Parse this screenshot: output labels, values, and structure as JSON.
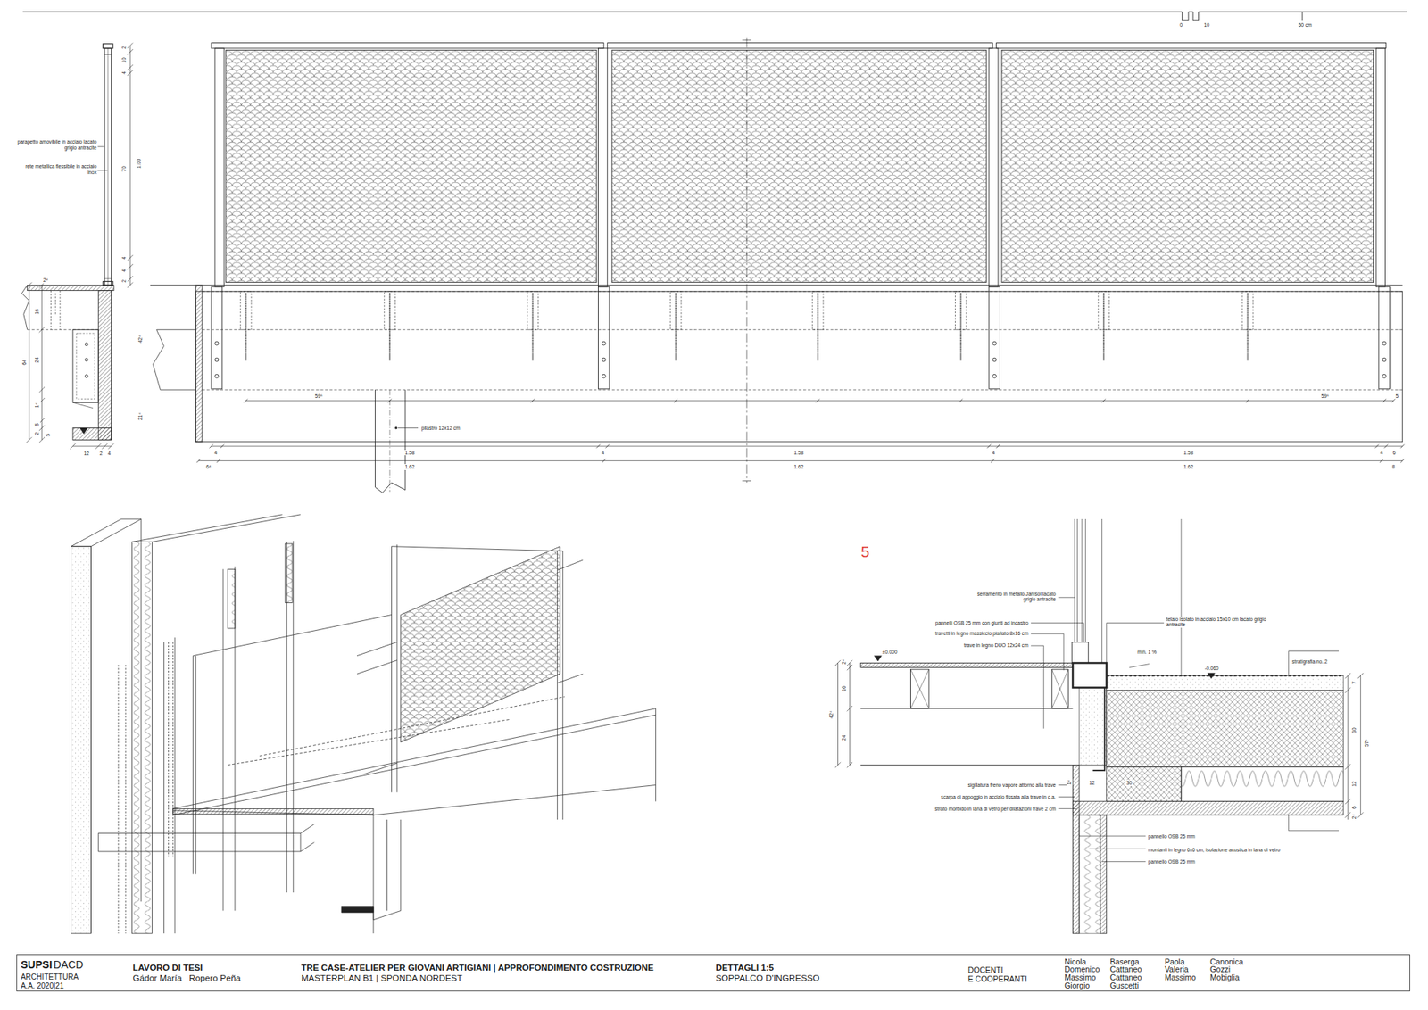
{
  "diagram": {
    "nodes": [
      {
        "text": [
          "SUPSI",
          "DACD",
          "ARCHITETTURA",
          "A.A. 2020|21",
          "LAVORO DI TESI",
          "Gádor María   Ropero Peña",
          "TRE CASE-ATELIER PER GIOVANI ARTIGIANI | APPROFONDIMENTO COSTRUZIONE",
          "MASTERPLAN B1 | SPONDA NORDEST",
          "DETTAGLI 1:5",
          "SOPPALCO D'INGRESSO",
          "DOCENTI",
          "E COOPERANTI",
          "Nicola Domenico Massimo Giorgio",
          "Baserga Cattaneo Cattaneo Guscetti",
          "Paola Valeria Massimo",
          "Canonica Gozzi Mobiglia"
        ]
      }
    ],
    "labels": [
      "0",
      "10",
      "50 cm",
      "parapetto amovibile in acciaio lacato grigio antracite",
      "rete metallica flessibile in acciaio inox",
      "2",
      "10",
      "4",
      "70",
      "4",
      "4",
      "2",
      "1.00",
      "2⁴",
      "16",
      "64",
      "24",
      "1⁴",
      "5",
      "2",
      "5",
      "12",
      "2",
      "4",
      "42⁴",
      "21⁴",
      "59⁶",
      "59⁶",
      "5",
      "pilastro 12x12 cm",
      "4",
      "1.58",
      "4",
      "1.58",
      "4",
      "1.58",
      "4",
      "6",
      "6⁴",
      "1.62",
      "1.62",
      "1.62",
      "8",
      "5",
      "serramento in metallo Janisol lacato grigio antracite",
      "pannelli OSB 25 mm con giunti ad incastro",
      "travetti in legno massiccio piallato 8x16 cm",
      "trave in legno DUO 12x24 cm",
      "telaio isolato in acciaio 15x10 cm lacato grigio antracite",
      "stratigrafia no. 2",
      "min. 1 %",
      "±0.000",
      "-0.060",
      "2⁴",
      "16",
      "42⁴",
      "24",
      "7",
      "30",
      "57⁶",
      "12",
      "6",
      "2⁴",
      "12",
      "30",
      "1⁴",
      "sigillatura freno vapore attorno alla trave",
      "scarpa di appoggio in acciaio fissata alla trave in c.a.",
      "strato morbido in lana di vetro per dilatazioni trave 2 cm",
      "pannello OSB 25 mm",
      "montanti in legno 6x6 cm, isolazione acustica in lana di vetro",
      "pannello OSB 25 mm"
    ]
  }
}
